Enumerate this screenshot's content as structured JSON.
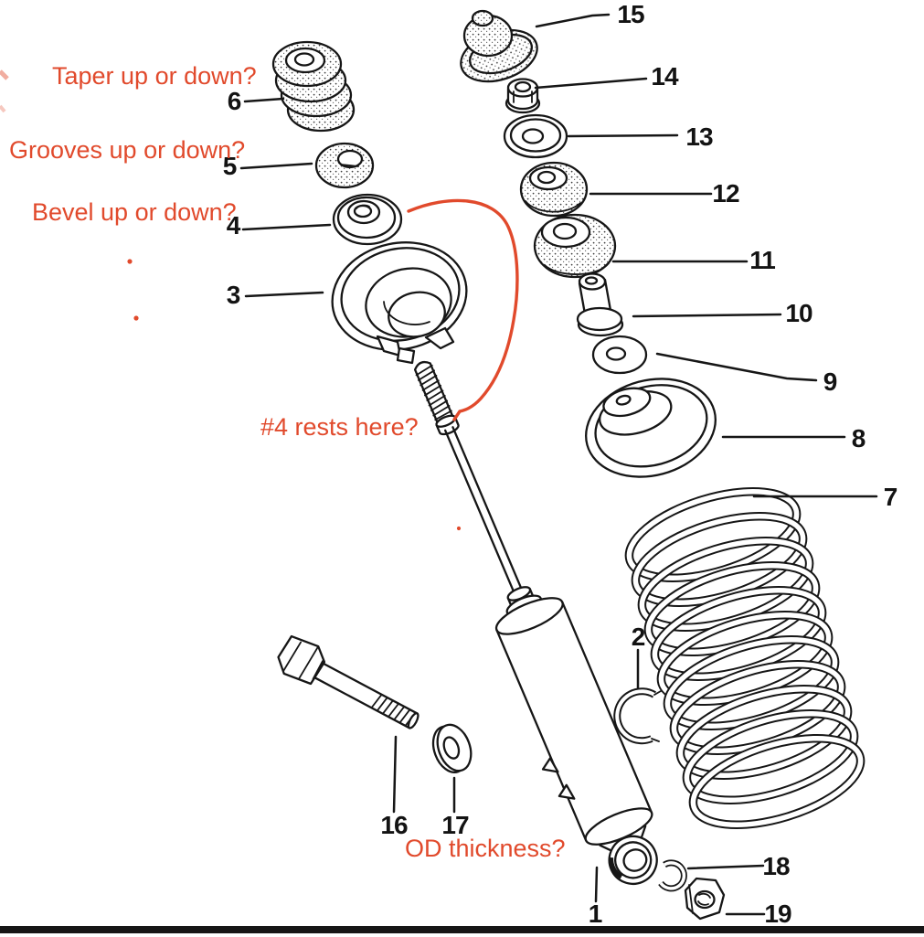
{
  "diagram": {
    "part_numbers": [
      "1",
      "2",
      "3",
      "4",
      "5",
      "6",
      "7",
      "8",
      "9",
      "10",
      "11",
      "12",
      "13",
      "14",
      "15",
      "16",
      "17",
      "18",
      "19"
    ],
    "annotations": {
      "taper": "Taper up or down?",
      "grooves": "Grooves up or down?",
      "bevel": "Bevel up or down?",
      "rests_here": "#4 rests here?",
      "od_thickness": "OD thickness?"
    },
    "colors": {
      "ink": "#161616",
      "annotation_red": "#e14a2c",
      "background": "#ffffff"
    }
  }
}
